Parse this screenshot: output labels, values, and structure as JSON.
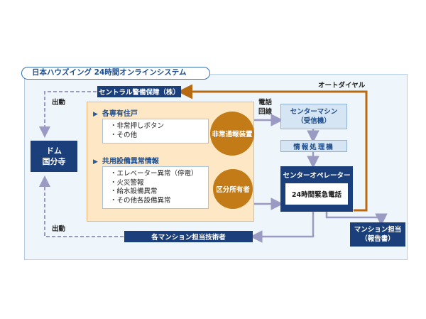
{
  "title": "日本ハウズイング 24時間オンラインシステム",
  "central_security": "セントラル警備保障（株）",
  "auto_dial": "オートダイヤル",
  "dispatch_top": "出動",
  "dispatch_bottom": "出動",
  "dom": {
    "line1": "ドム",
    "line2": "国分寺"
  },
  "units": {
    "heading": "各専有住戸",
    "items": [
      "・非常押しボタン",
      "・その他"
    ]
  },
  "shared": {
    "heading": "共用設備異常情報",
    "items": [
      "・エレベーター異常（停電）",
      "・火災警報",
      "・給水設備異常",
      "・その他各設備異常"
    ]
  },
  "emergency_device": "非常通報装置",
  "zone_owner": "区分所有者",
  "phone_line": {
    "line1": "電話",
    "line2": "回線"
  },
  "center_machine": {
    "line1": "センターマシン",
    "line2": "（受信機）"
  },
  "info_processor": "情報処理機",
  "center_operator": "センターオペレーター",
  "emergency_phone": "24時間緊急電話",
  "mansion_manager": {
    "line1": "マンション担当",
    "line2": "（報告書）"
  },
  "engineers": "各マンション担当技術者",
  "colors": {
    "navy": "#1a3f7a",
    "orange": "#c27b17",
    "light_blue": "#d5e5f4",
    "panel": "#eef5fb",
    "peach": "#fde7c4",
    "arrow_gray": "#a9a9c9"
  }
}
